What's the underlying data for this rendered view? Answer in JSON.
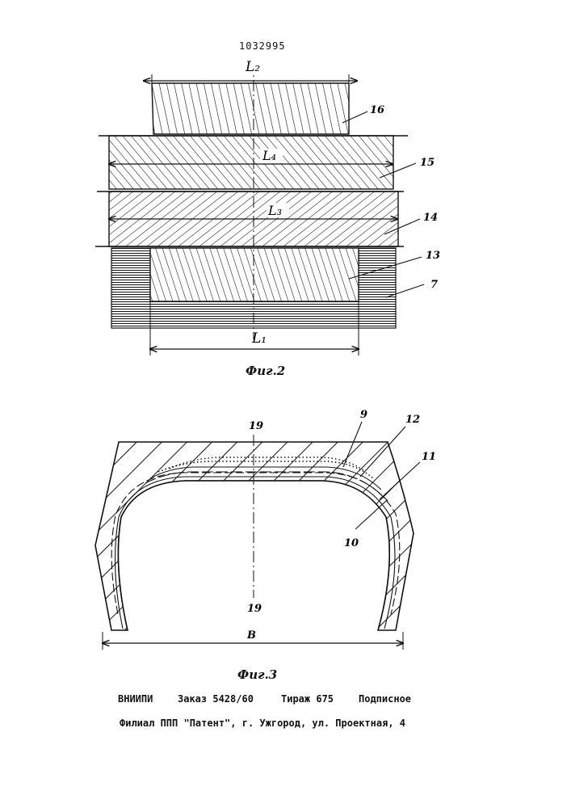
{
  "patent_number": "1032995",
  "fig2": {
    "caption": "Фиг.2",
    "dims": {
      "top": "L₂",
      "upper_mid": "L₄",
      "lower_mid": "L₃",
      "bottom": "L₁"
    },
    "callouts": [
      "16",
      "15",
      "14",
      "13",
      "7"
    ]
  },
  "fig3": {
    "caption": "Фиг.3",
    "axis_top": "19",
    "axis_bottom": "19",
    "width_label": "B",
    "callouts": [
      "9",
      "12",
      "11",
      "10"
    ]
  },
  "footer": {
    "org": "ВНИИПИ",
    "order": "Заказ 5428/60",
    "circulation": "Тираж 675",
    "subscription": "Подписное",
    "branch": "Филиал ППП \"Патент\", г. Ужгород, ул. Проектная, 4"
  }
}
